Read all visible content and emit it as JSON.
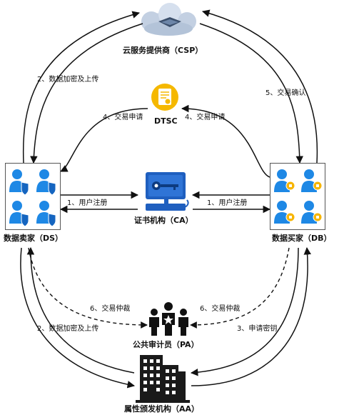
{
  "nodes": {
    "csp": {
      "label": "云服务提供商（CSP）"
    },
    "dtsc": {
      "label": "DTSC"
    },
    "ca": {
      "label": "证书机构（CA）"
    },
    "ds": {
      "label": "数据卖家（DS）"
    },
    "db": {
      "label": "数据买家（DB）"
    },
    "pa": {
      "label": "公共审计员（PA）"
    },
    "aa": {
      "label": "属性颁发机构（AA）"
    }
  },
  "edges": {
    "ds_csp_upload": "2、数据加密及上传",
    "db_csp_confirm": "5、交易确认",
    "dtsc_ds_request": "4、交易申请",
    "db_dtsc_request": "4、交易申请",
    "ds_ca_register": "1、用户注册",
    "db_ca_register": "1、用户注册",
    "ds_pa_arbitration": "6、交易仲裁",
    "db_pa_arbitration": "6、交易仲裁",
    "ds_aa_upload": "2、数据加密及上传",
    "db_aa_key": "3、申请密钥"
  },
  "colors": {
    "user_fill": "#1e88e5",
    "shield": "#1565c0",
    "key_badge": "#f7b500",
    "dtsc_gold": "#f5b800",
    "ca_blue": "#1f5fbf",
    "building": "#1a1a1a",
    "cloud": "#b9c8dc"
  }
}
